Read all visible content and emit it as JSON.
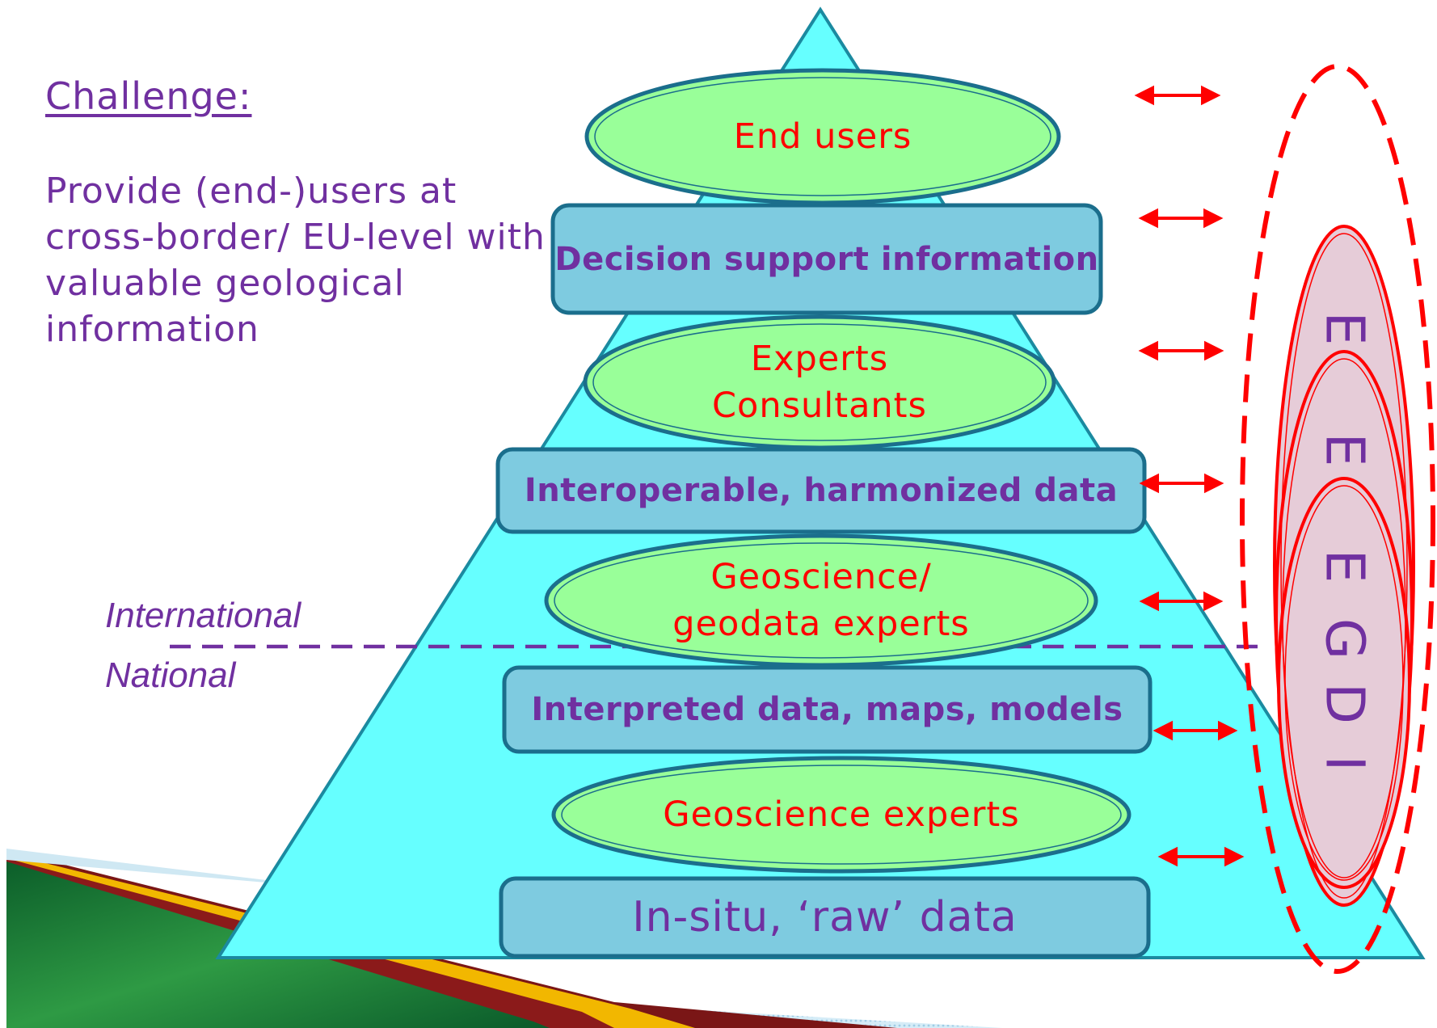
{
  "challenge": {
    "title": "Challenge:",
    "text": "Provide (end-)users at cross-border/ EU-level with valuable geological information"
  },
  "scope": {
    "upper": "International",
    "lower": "National"
  },
  "pyramid": {
    "end_users": "End users",
    "decision_support": "Decision support information",
    "experts": [
      "Experts",
      "Consultants"
    ],
    "interoperable": "Interoperable, harmonized data",
    "geodata_experts": [
      "Geoscience/",
      "geodata experts"
    ],
    "interpreted": "Interpreted data, maps, models",
    "geoscience_experts": "Geoscience experts",
    "raw_data": "In-situ, ‘raw’ data"
  },
  "egdi_letters": [
    "E",
    "E",
    "E",
    "G",
    "D",
    "I"
  ],
  "colors": {
    "purple": "#7030a0",
    "red": "#ff0000",
    "pyramid": "#66ffff",
    "box": "#7ecbe0",
    "ellipse": "#99ff99",
    "egdi_fill": "#e6ccd8"
  }
}
